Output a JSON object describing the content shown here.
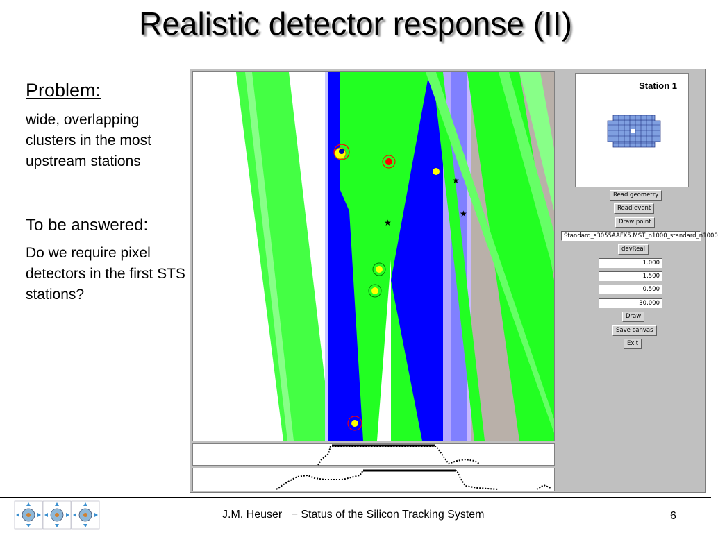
{
  "slide": {
    "title": "Realistic detector response (II)",
    "problem_heading": "Problem:",
    "problem_text": "wide, overlapping clusters in the most upstream stations",
    "question_heading": "To be answered:",
    "question_text": "Do we require pixel detectors in the first STS stations?",
    "footer_author": "J.M. Heuser",
    "footer_dash": "− Status of the Silicon Tracking System",
    "page_number": "6"
  },
  "panel": {
    "station_label": "Station 1",
    "buttons": {
      "read_geometry": "Read geometry",
      "read_event": "Read event",
      "draw_point": "Draw point",
      "dev_real": "devReal",
      "draw": "Draw",
      "save_canvas": "Save canvas",
      "exit": "Exit"
    },
    "file_field": "Standard_s3055AAFK5.MST_n1000_standard_n1000",
    "param_fields": [
      "1.000",
      "1.500",
      "0.500",
      "30.000"
    ]
  },
  "colors": {
    "green": "#22ff22",
    "light_green": "#66ff66",
    "blue": "#0000ff",
    "light_blue": "#8080ff",
    "tan": "#b9b0a9",
    "panel_gray": "#c0c0c0"
  },
  "icons": [
    "sensor-logo-icon",
    "sensor-logo-icon",
    "sensor-logo-icon"
  ]
}
